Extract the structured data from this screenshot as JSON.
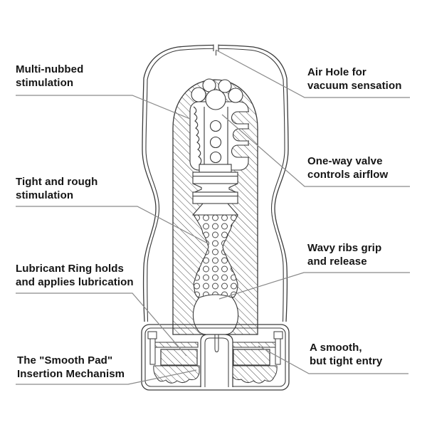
{
  "diagram": {
    "type": "product-cutaway-annotated",
    "labels": {
      "multi_nubbed": "Multi-nubbed\nstimulation",
      "air_hole": "Air Hole for\nvacuum sensation",
      "one_way_valve": "One-way valve\ncontrols airflow",
      "tight_rough": "Tight and rough\nstimulation",
      "wavy_ribs": "Wavy ribs grip\nand release",
      "lubricant_ring": "Lubricant Ring holds\nand applies lubrication",
      "smooth_entry": "A smooth,\nbut tight entry",
      "smooth_pad": "The \"Smooth Pad\"\nInsertion Mechanism"
    },
    "colors": {
      "background": "#ffffff",
      "line": "#3a3a3a",
      "hatch": "#4a4a4a",
      "leader": "#8a8a8a",
      "text": "#151515"
    }
  }
}
